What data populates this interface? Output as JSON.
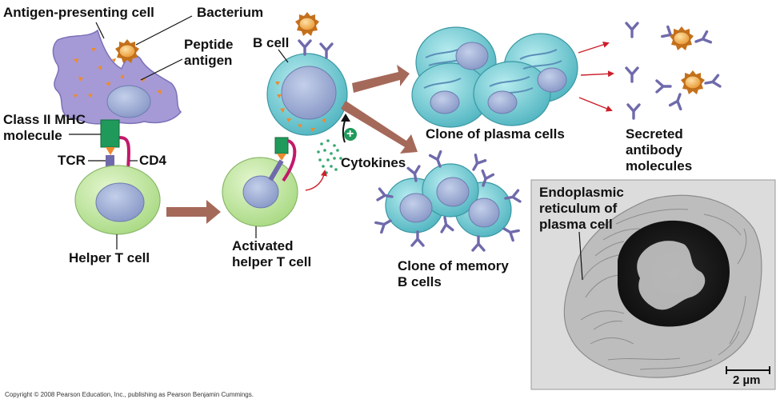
{
  "labels": {
    "apc": "Antigen-presenting cell",
    "bacterium": "Bacterium",
    "peptide": "Peptide\nantigen",
    "mhc": "Class II MHC\nmolecule",
    "tcr": "TCR",
    "cd4": "CD4",
    "helper": "Helper T cell",
    "activated": "Activated\nhelper T cell",
    "bcell": "B cell",
    "plus": "+",
    "cytokines": "Cytokines",
    "plasma": "Clone of plasma cells",
    "secreted": "Secreted\nantibody\nmolecules",
    "memory": "Clone of memory\nB cells",
    "er": "Endoplasmic\nreticulum of\nplasma cell",
    "scale": "2 µm"
  },
  "copyright": "Copyright © 2008 Pearson Education, Inc., publishing as Pearson Benjamin Cummings.",
  "colors": {
    "apc": "#a59ad6",
    "bacterium": "#f2a33a",
    "tcell": "#c7e8a4",
    "bcell": "#6ec9d2",
    "nucleus": "#9aaad2",
    "antibody": "#6f6aab",
    "mhc": "#1f9a5a",
    "cd4": "#c2186b",
    "arrow_big": "#a5695a",
    "arrow_red": "#cc1f2a",
    "micrograph_bg": "#dcdcdc"
  }
}
